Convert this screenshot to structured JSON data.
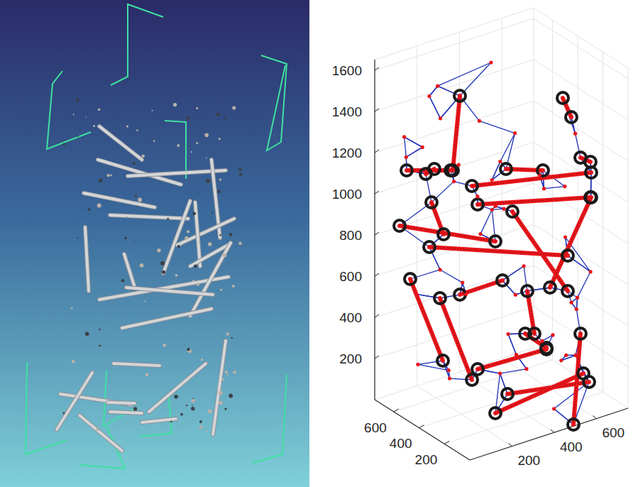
{
  "diagram": {
    "labels": [
      "1600",
      "1400",
      "1200",
      "1000",
      "800",
      "600",
      "400",
      "200",
      "600",
      "400",
      "200",
      "200",
      "400",
      "600"
    ]
  }
}
